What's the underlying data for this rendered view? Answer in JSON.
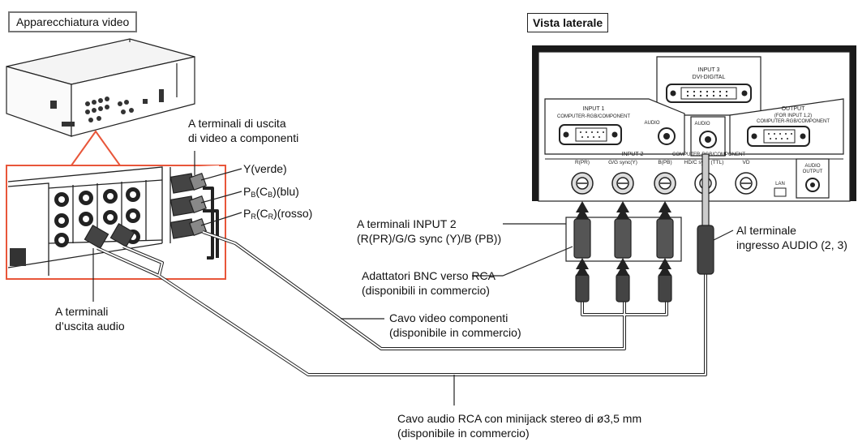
{
  "header": {
    "video_device": "Apparecchiatura video",
    "side_view": "Vista laterale"
  },
  "panel": {
    "input3_l1": "INPUT 3",
    "input3_l2": "DVI-DIGITAL",
    "input1_l1": "INPUT 1",
    "input1_l2": "COMPUTER-RGB/COMPONENT",
    "audio_in_a": "AUDIO",
    "audio_in_b": "AUDIO",
    "output_l1": "OUTPUT",
    "output_l2": "(FOR INPUT 1,2)",
    "output_l3": "COMPUTER-RGB/COMPONENT",
    "input2_l1": "INPUT 2",
    "input2_l2": "COMPUTER-RGB/COMPONENT",
    "col_r": "R(PR)",
    "col_g": "G/G sync(Y)",
    "col_b": "B(PB)",
    "col_hd": "HD/C sync (TTL)",
    "col_vd": "VD",
    "lan": "LAN",
    "audio_out_l1": "AUDIO",
    "audio_out_l2": "OUTPUT"
  },
  "labels": {
    "component_out_l1": "A terminali di uscita",
    "component_out_l2": "di video a componenti",
    "y_green": "Y(verde)",
    "pb_main": "P",
    "pb_sub": "B",
    "pb_mid": "(C",
    "pb_sub2": "B",
    "pb_tail": ")(blu)",
    "pr_main": "P",
    "pr_sub": "R",
    "pr_mid": "(C",
    "pr_sub2": "R",
    "pr_tail": ")(rosso)",
    "input2_terminals_l1": "A terminali INPUT 2",
    "input2_terminals_l2": "(R(PR)/G/G sync (Y)/B (PB))",
    "bnc_adapters_l1": "Adattatori BNC verso RCA",
    "bnc_adapters_l2": "(disponibili in commercio)",
    "audio_terminal_l1": "Al terminale",
    "audio_terminal_l2": "ingresso AUDIO (2, 3)",
    "audio_out_l1": "A terminali",
    "audio_out_l2": "d’uscita audio",
    "component_cable_l1": "Cavo video componenti",
    "component_cable_l2": "(disponibile in commercio)",
    "audio_cable_l1": "Cavo audio RCA con minijack stereo di ø3,5 mm",
    "audio_cable_l2": "(disponibile in commercio)"
  },
  "colors": {
    "callout": "#e8563a",
    "panel_dark": "#1a1a1a",
    "line": "#222222"
  }
}
